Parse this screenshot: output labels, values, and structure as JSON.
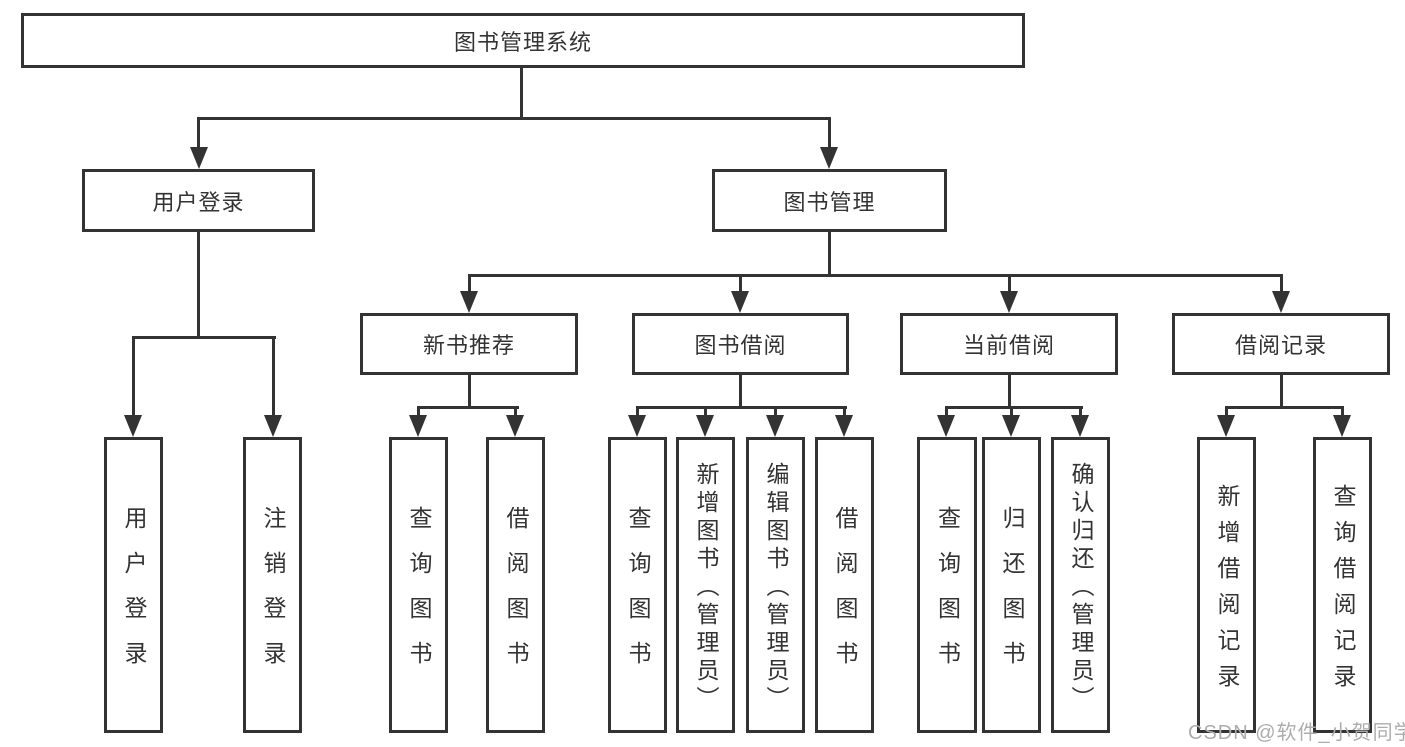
{
  "diagram": {
    "root_label": "图书管理系统",
    "level2": [
      "用户登录",
      "图书管理"
    ],
    "level3": [
      "新书推荐",
      "图书借阅",
      "当前借阅",
      "借阅记录"
    ],
    "leaves": {
      "user_login": [
        "用户登录",
        "注销登录"
      ],
      "new_rec": [
        "查询图书",
        "借阅图书"
      ],
      "book_borrow": [
        "查询图书",
        "新增图书（管理员）",
        "编辑图书（管理员）",
        "借阅图书"
      ],
      "current_borrow": [
        "查询图书",
        "归还图书",
        "确认归还（管理员）"
      ],
      "borrow_records": [
        "新增借阅记录",
        "查询借阅记录"
      ]
    }
  },
  "colors": {
    "line": "#333333",
    "text": "#333333",
    "box_background": "#ffffff",
    "page_background": "#ffffff",
    "watermark": "#adadad"
  },
  "watermark": "CSDN @软件_小贺同学"
}
